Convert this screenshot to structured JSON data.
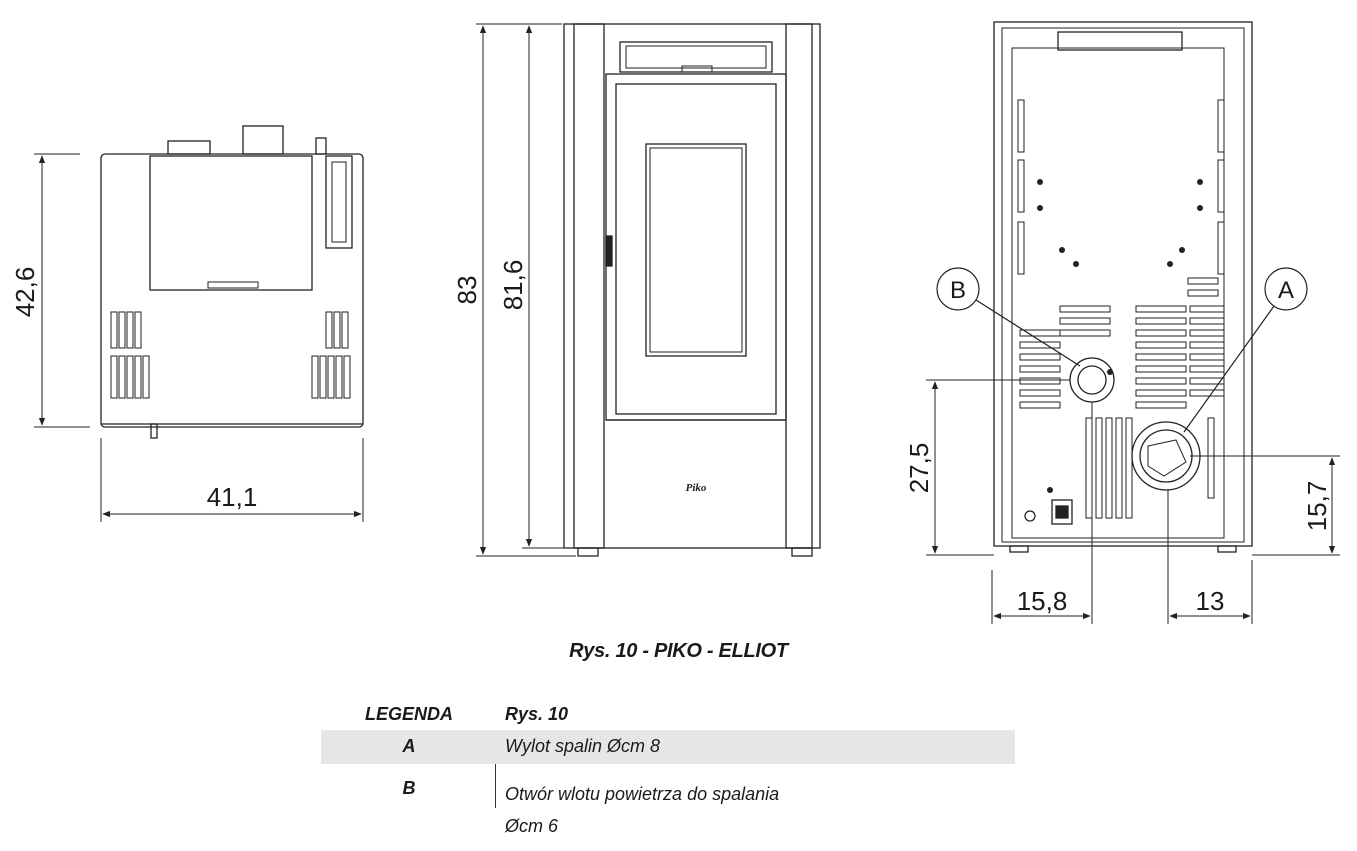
{
  "dimensions": {
    "side_height": "42,6",
    "side_width": "41,1",
    "front_total_height": "83",
    "front_body_height": "81,6",
    "rear_b_height": "27,5",
    "rear_a_height": "15,7",
    "rear_b_offset": "15,8",
    "rear_a_offset": "13"
  },
  "callouts": {
    "a": "A",
    "b": "B"
  },
  "figure_caption": "Rys. 10 - PIKO - ELLIOT",
  "legend": {
    "header_key": "LEGENDA",
    "header_value": "Rys. 10",
    "rows": [
      {
        "key": "A",
        "value": "Wylot spalin Øcm 8"
      },
      {
        "key": "B",
        "value": "Otwór wlotu powietrza do spalania Øcm 6"
      }
    ]
  },
  "brand_badge": "Piko"
}
